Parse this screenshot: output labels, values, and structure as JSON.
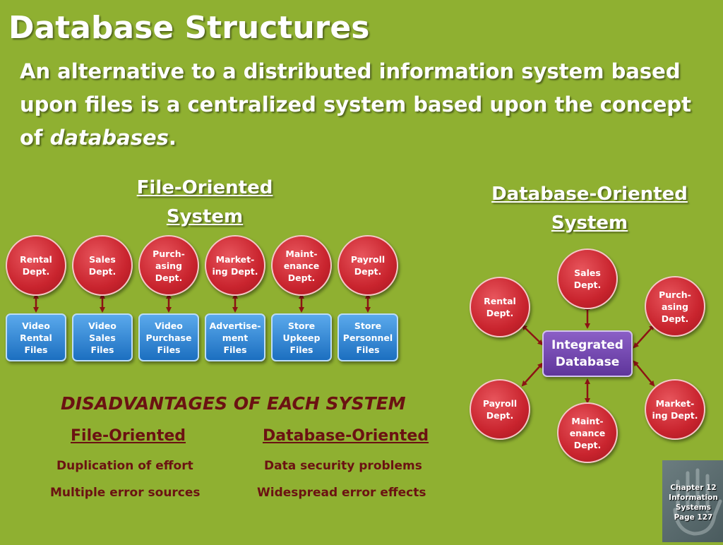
{
  "title": "Database Structures",
  "subtitle": {
    "text": "An alternative to a distributed information system based upon files is a centralized system based upon the concept of ",
    "emphasis": "databases",
    "end": "."
  },
  "file_oriented": {
    "heading": "File-Oriented\nSystem",
    "depts": [
      "Rental\nDept.",
      "Sales\nDept.",
      "Purch-\nasing\nDept.",
      "Market-\ning Dept.",
      "Maint-\nenance\nDept.",
      "Payroll\nDept."
    ],
    "files": [
      "Video\nRental\nFiles",
      "Video\nSales\nFiles",
      "Video\nPurchase\nFiles",
      "Advertise-\nment\nFiles",
      "Store\nUpkeep\nFiles",
      "Store\nPersonnel\nFiles"
    ]
  },
  "database_oriented": {
    "heading": "Database-Oriented\nSystem",
    "center": "Integrated\nDatabase",
    "depts": {
      "sales": "Sales\nDept.",
      "rental": "Rental\nDept.",
      "purchasing": "Purch-\nasing\nDept.",
      "payroll": "Payroll\nDept.",
      "maintenance": "Maint-\nenance\nDept.",
      "marketing": "Market-\ning Dept."
    }
  },
  "disadvantages": {
    "title": "DISADVANTAGES OF EACH SYSTEM",
    "file_heading": "File-Oriented",
    "db_heading": "Database-Oriented",
    "file_items": [
      "Duplication of effort",
      "Multiple error sources"
    ],
    "db_items": [
      "Data security problems",
      "Widespread error effects"
    ]
  },
  "footer": {
    "chapter": "Chapter 12",
    "topic": "Information Systems",
    "page": "Page 127"
  },
  "colors": {
    "background": "#8fb031",
    "circle": "#c9242e",
    "file_box": "#2b7fd1",
    "db_box": "#6f45ad",
    "arrow": "#8b1414",
    "text_dark": "#6b1212"
  }
}
